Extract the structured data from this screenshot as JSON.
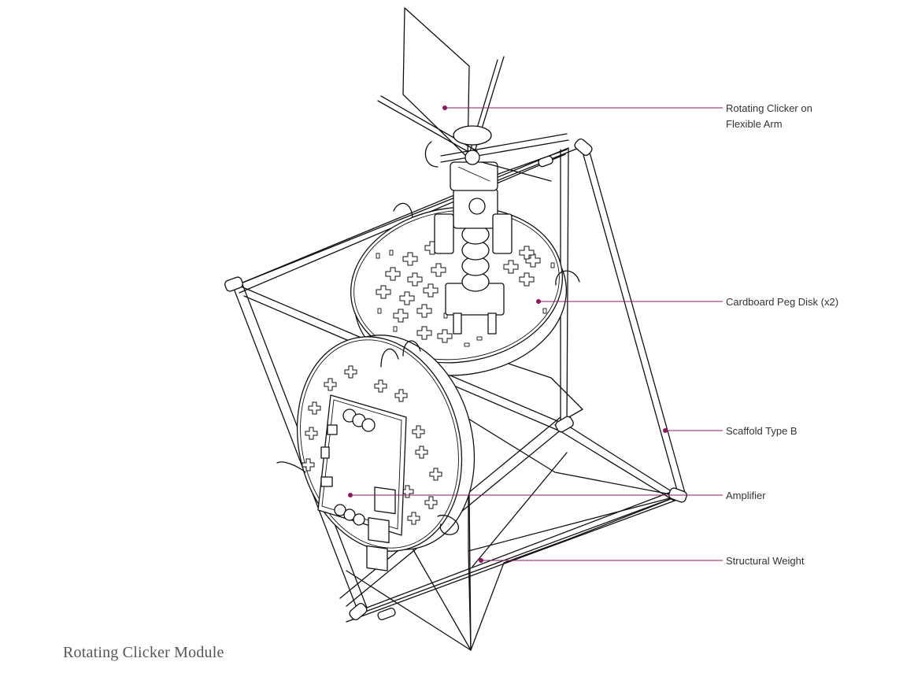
{
  "caption": "Rotating Clicker Module",
  "accent_color": "#8a1a5c",
  "callouts": [
    {
      "id": "rotating-clicker",
      "lines": [
        "Rotating Clicker on",
        "Flexible Arm"
      ]
    },
    {
      "id": "peg-disk",
      "lines": [
        "Cardboard Peg Disk (x2)"
      ]
    },
    {
      "id": "scaffold",
      "lines": [
        "Scaffold Type B"
      ]
    },
    {
      "id": "amplifier",
      "lines": [
        "Amplifier"
      ]
    },
    {
      "id": "structural-weight",
      "lines": [
        "Structural Weight"
      ]
    }
  ]
}
